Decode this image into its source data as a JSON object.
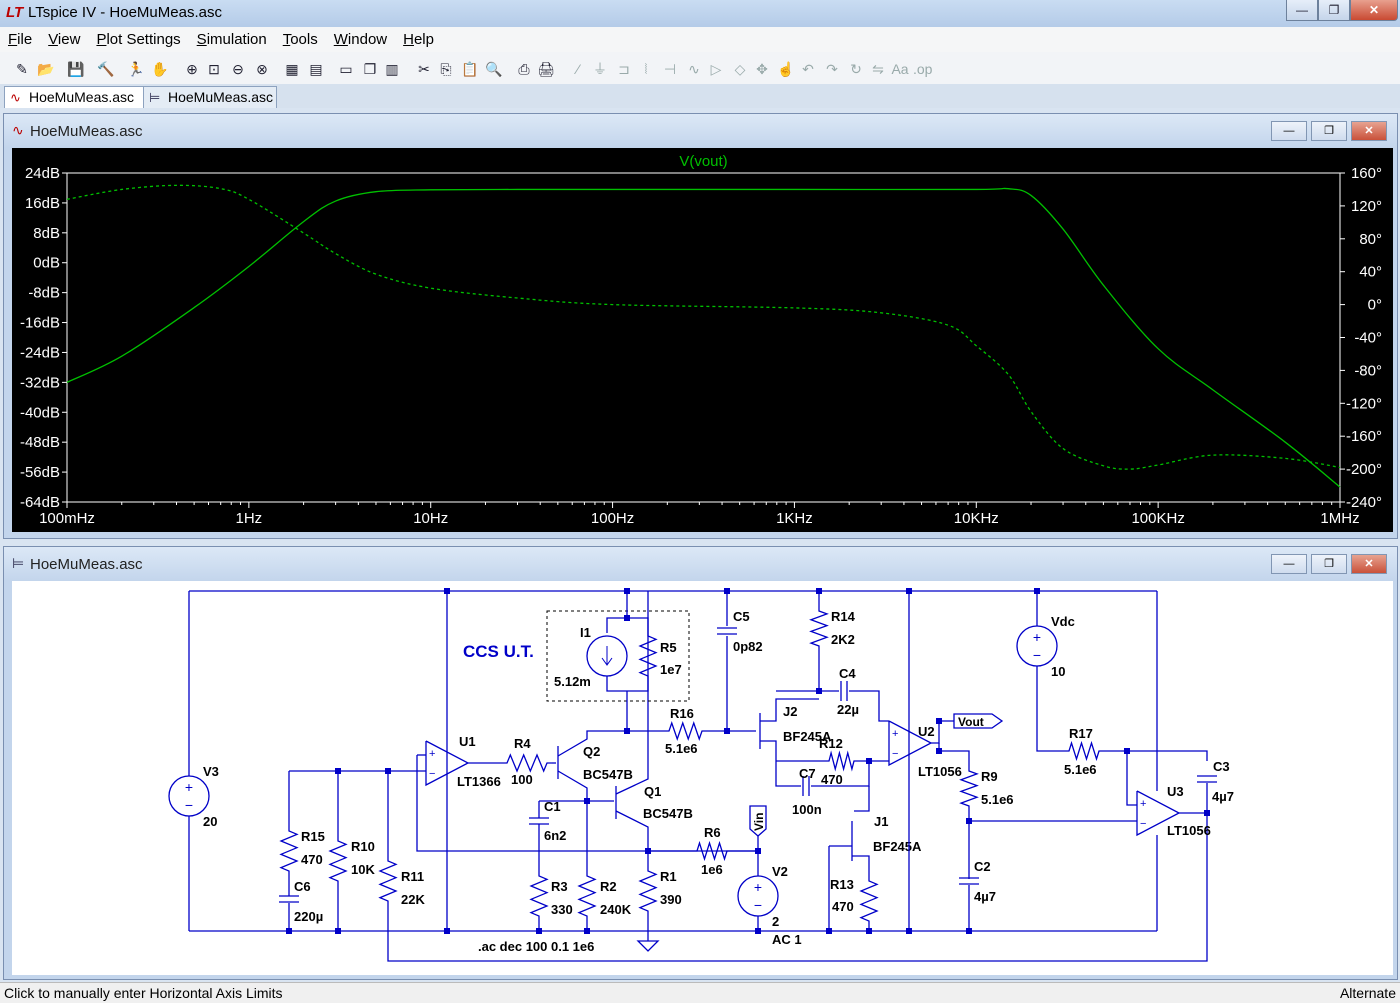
{
  "window": {
    "title": "LTspice IV - HoeMuMeas.asc",
    "app_icon": "ltspice-logo-icon",
    "buttons": [
      "minimize",
      "maximize",
      "close"
    ]
  },
  "menu": [
    "File",
    "View",
    "Plot Settings",
    "Simulation",
    "Tools",
    "Window",
    "Help"
  ],
  "toolbar_icons": [
    "new-schematic-icon",
    "open-icon",
    "save-icon",
    "control-panel-icon",
    "run-icon",
    "halt-icon",
    "zoom-in-icon",
    "zoom-area-icon",
    "zoom-out-icon",
    "zoom-cancel-icon",
    "autorange-icon",
    "measure-icon",
    "tile-horizontal-icon",
    "cascade-icon",
    "tile-vertical-icon",
    "cut-icon",
    "copy-icon",
    "paste-icon",
    "find-icon",
    "print-setup-icon",
    "print-icon",
    "wire-icon",
    "ground-icon",
    "label-icon",
    "resistor-icon",
    "capacitor-icon",
    "inductor-icon",
    "diode-icon",
    "component-icon",
    "move-icon",
    "drag-icon",
    "undo-icon",
    "redo-icon",
    "rotate-icon",
    "mirror-icon",
    "text-icon",
    "spice-directive-icon"
  ],
  "tabs": [
    {
      "label": "HoeMuMeas.asc",
      "icon": "waveform-icon",
      "active": true
    },
    {
      "label": "HoeMuMeas.asc",
      "icon": "schematic-icon",
      "active": false
    }
  ],
  "plot_window": {
    "title": "HoeMuMeas.asc",
    "trace_label": "V(vout)",
    "trace_color": "#00c000",
    "background": "#000000"
  },
  "chart_data": {
    "type": "line",
    "title": "V(vout)",
    "x_scale": "log",
    "xlim": [
      0.1,
      1000000
    ],
    "x_ticks": [
      "100mHz",
      "1Hz",
      "10Hz",
      "100Hz",
      "1KHz",
      "10KHz",
      "100KHz",
      "1MHz"
    ],
    "y_left_ticks": [
      "24dB",
      "16dB",
      "8dB",
      "0dB",
      "-8dB",
      "-16dB",
      "-24dB",
      "-32dB",
      "-40dB",
      "-48dB",
      "-56dB",
      "-64dB"
    ],
    "y_left_lim": [
      -64,
      24
    ],
    "y_right_ticks": [
      "160°",
      "120°",
      "80°",
      "40°",
      "0°",
      "-40°",
      "-80°",
      "-120°",
      "-160°",
      "-200°",
      "-240°"
    ],
    "y_right_lim": [
      -240,
      160
    ],
    "grid": false,
    "series": [
      {
        "name": "V(vout)",
        "style": "solid",
        "axis": "magnitude_dB",
        "x": [
          0.1,
          0.2,
          0.5,
          1,
          2,
          3,
          5,
          10,
          30,
          100,
          1000,
          10000,
          15000,
          20000,
          30000,
          50000,
          100000,
          200000,
          500000,
          1000000
        ],
        "y": [
          -32,
          -25,
          -12,
          -1,
          11,
          16.5,
          19,
          19.5,
          19.6,
          19.6,
          19.6,
          19.6,
          19.8,
          18,
          9,
          -6,
          -23,
          -34,
          -48,
          -60
        ]
      },
      {
        "name": "V(vout) phase",
        "style": "dashed",
        "axis": "phase_deg",
        "x": [
          0.1,
          0.2,
          0.4,
          0.7,
          1,
          2,
          3,
          5,
          10,
          30,
          100,
          1000,
          3000,
          7000,
          10000,
          15000,
          20000,
          30000,
          50000,
          70000,
          100000,
          200000,
          500000,
          1000000
        ],
        "y": [
          128,
          140,
          145,
          141,
          128,
          87,
          62,
          37,
          20,
          8,
          0,
          -4,
          -10,
          -25,
          -50,
          -85,
          -130,
          -175,
          -196,
          -200,
          -195,
          -183,
          -187,
          -198
        ]
      }
    ]
  },
  "schematic_window": {
    "title": "HoeMuMeas.asc",
    "labels": {
      "ccs": "CCS U.T.",
      "directive": ".ac dec 100 0.1 1e6",
      "vout": "Vout",
      "vin": "Vin"
    },
    "components": [
      {
        "ref": "V3",
        "value": "20"
      },
      {
        "ref": "U1",
        "value": "LT1366"
      },
      {
        "ref": "R4",
        "value": "100"
      },
      {
        "ref": "Q2",
        "value": "BC547B"
      },
      {
        "ref": "Q1",
        "value": "BC547B"
      },
      {
        "ref": "I1",
        "value": "5.12m"
      },
      {
        "ref": "R5",
        "value": "1e7"
      },
      {
        "ref": "C5",
        "value": "0p82"
      },
      {
        "ref": "R16",
        "value": "5.1e6"
      },
      {
        "ref": "R14",
        "value": "2K2"
      },
      {
        "ref": "C4",
        "value": "22µ"
      },
      {
        "ref": "J2",
        "value": "BF245A"
      },
      {
        "ref": "R12",
        "value": "470"
      },
      {
        "ref": "C7",
        "value": "100n"
      },
      {
        "ref": "J1",
        "value": "BF245A"
      },
      {
        "ref": "R13",
        "value": "470"
      },
      {
        "ref": "U2",
        "value": "LT1056"
      },
      {
        "ref": "R9",
        "value": "5.1e6"
      },
      {
        "ref": "C2",
        "value": "4µ7"
      },
      {
        "ref": "Vdc",
        "value": "10"
      },
      {
        "ref": "R17",
        "value": "5.1e6"
      },
      {
        "ref": "U3",
        "value": "LT1056"
      },
      {
        "ref": "C3",
        "value": "4µ7"
      },
      {
        "ref": "R15",
        "value": "470"
      },
      {
        "ref": "R10",
        "value": "10K"
      },
      {
        "ref": "R11",
        "value": "22K"
      },
      {
        "ref": "C6",
        "value": "220µ"
      },
      {
        "ref": "C1",
        "value": "6n2"
      },
      {
        "ref": "R3",
        "value": "330"
      },
      {
        "ref": "R2",
        "value": "240K"
      },
      {
        "ref": "R1",
        "value": "390"
      },
      {
        "ref": "R6",
        "value": "1e6"
      },
      {
        "ref": "V2",
        "value": "2"
      }
    ],
    "v2_ac": "AC 1"
  },
  "status": {
    "message": "Click to manually enter Horizontal Axis Limits",
    "mode": "Alternate"
  }
}
